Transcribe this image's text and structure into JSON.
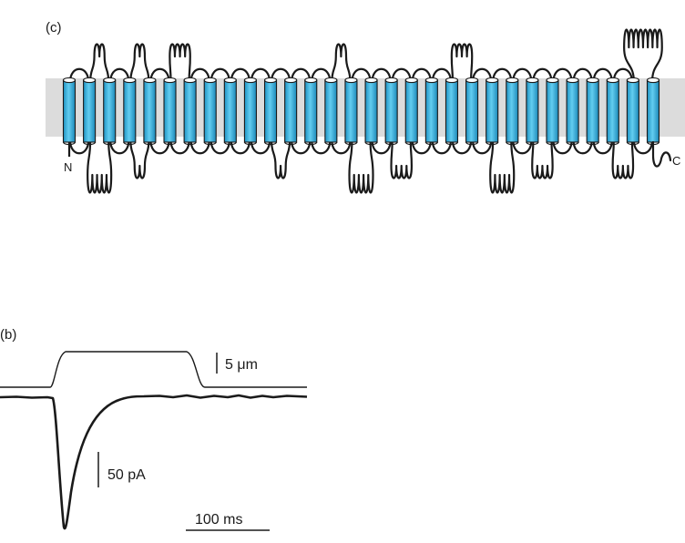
{
  "panel_c": {
    "label": "(c)",
    "n_terminus": "N",
    "c_terminus": "C",
    "membrane_color": "#dcdcdc",
    "helix_color": "#3bb3df",
    "helix_count": 30,
    "top_loops": [
      "plain",
      "bumps2",
      "plain",
      "bumps2",
      "plain",
      "bumps4",
      "plain",
      "plain",
      "plain",
      "plain",
      "plain",
      "plain",
      "plain",
      "bumps2",
      "plain",
      "plain",
      "plain",
      "plain",
      "plain",
      "bumps4",
      "plain",
      "plain",
      "plain",
      "plain",
      "plain",
      "plain",
      "plain",
      "plain",
      "bumps8"
    ],
    "bottom_loops": [
      "plain",
      "bumps5",
      "plain",
      "bumps2",
      "plain",
      "plain",
      "plain",
      "plain",
      "plain",
      "plain",
      "bumps2",
      "plain",
      "plain",
      "plain",
      "bumps5",
      "plain",
      "bumps4",
      "plain",
      "plain",
      "plain",
      "plain",
      "bumps5",
      "plain",
      "bumps4",
      "plain",
      "plain",
      "plain",
      "bumps4",
      "plain",
      "plain"
    ]
  },
  "panel_b": {
    "label": "(b)",
    "scale_displacement": "5 μm",
    "scale_current": "50 pA",
    "scale_time": "100 ms"
  }
}
